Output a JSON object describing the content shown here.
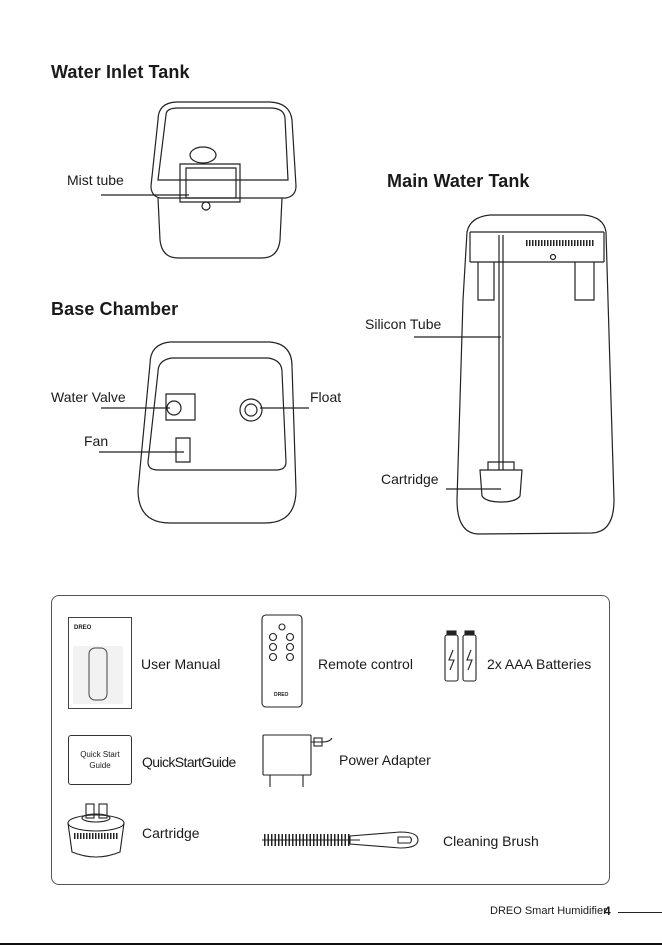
{
  "sections": {
    "water_inlet_tank": "Water Inlet Tank",
    "main_water_tank": "Main Water Tank",
    "base_chamber": "Base Chamber"
  },
  "callouts": {
    "mist_tube": "Mist tube",
    "silicon_tube": "Silicon Tube",
    "water_valve": "Water Valve",
    "float": "Float",
    "fan": "Fan",
    "cartridge_tank": "Cartridge"
  },
  "package": {
    "user_manual": "User Manual",
    "remote_control": "Remote control",
    "batteries": "2x AAA Batteries",
    "quick_start_guide": "QuickStartGuide",
    "quick_start_card_line1": "Quick Start",
    "quick_start_card_line2": "Guide",
    "power_adapter": "Power Adapter",
    "cartridge": "Cartridge",
    "cleaning_brush": "Cleaning Brush",
    "manual_brand": "DREO",
    "remote_brand": "DREO"
  },
  "footer": {
    "title": "DREO Smart Humidifier",
    "page": "4"
  }
}
